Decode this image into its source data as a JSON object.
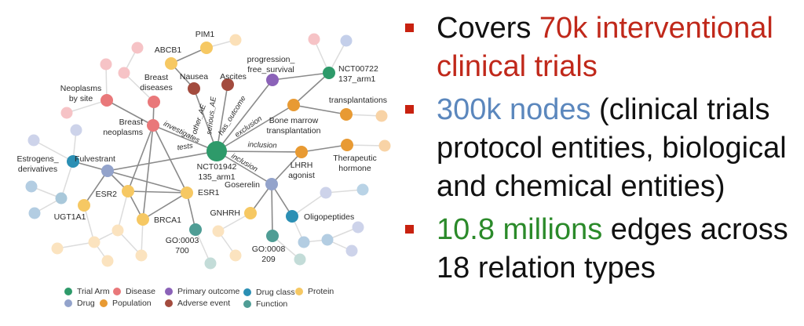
{
  "legend": [
    {
      "label": "Trial Arm",
      "type": "trial_arm"
    },
    {
      "label": "Disease",
      "type": "disease"
    },
    {
      "label": "Primary outcome",
      "type": "primary_outcome"
    },
    {
      "label": "Drug class",
      "type": "drug_class"
    },
    {
      "label": "Protein",
      "type": "protein"
    },
    {
      "label": "Drug",
      "type": "drug"
    },
    {
      "label": "Population",
      "type": "population"
    },
    {
      "label": "Adverse event",
      "type": "adverse_event"
    },
    {
      "label": "Function",
      "type": "function"
    }
  ],
  "colors": {
    "trial_arm": "#2e9a6a",
    "disease": "#e9787a",
    "primary_outcome": "#8b62b8",
    "drug_class": "#2b8fb4",
    "protein": "#f6c863",
    "drug": "#93a3cb",
    "population": "#e89a33",
    "adverse_event": "#a34b3e",
    "function": "#4f9d95",
    "edge": "#8a8a8a",
    "edge_faint": "#dcdcdc",
    "bullet": "#c8210f",
    "highlight_red": "#c0281a",
    "highlight_blue": "#5b87bd",
    "highlight_green": "#2b8a2a"
  },
  "graph": {
    "nodes": [
      {
        "id": "nct01942",
        "label": "NCT01942\n135_arm1",
        "type": "trial_arm",
        "big": true
      },
      {
        "id": "nct00722",
        "label": "NCT00722\n137_arm1",
        "type": "trial_arm"
      },
      {
        "id": "breast_neoplasms",
        "label": "Breast\nneoplasms",
        "type": "disease"
      },
      {
        "id": "breast_diseases",
        "label": "Breast\ndiseases",
        "type": "disease"
      },
      {
        "id": "neoplasms_by_site",
        "label": "Neoplasms\nby site",
        "type": "disease"
      },
      {
        "id": "nausea",
        "label": "Nausea",
        "type": "adverse_event"
      },
      {
        "id": "ascites",
        "label": "Ascites",
        "type": "adverse_event"
      },
      {
        "id": "pfs",
        "label": "progression_\nfree_survival",
        "type": "primary_outcome"
      },
      {
        "id": "bone_marrow",
        "label": "Bone marrow\ntransplantation",
        "type": "population"
      },
      {
        "id": "transplantations",
        "label": "transplantations",
        "type": "population"
      },
      {
        "id": "lhrh",
        "label": "LHRH\nagonist",
        "type": "population"
      },
      {
        "id": "therapeutic_hormone",
        "label": "Therapeutic\nhormone",
        "type": "population"
      },
      {
        "id": "fulvestrant",
        "label": "Fulvestrant",
        "type": "drug"
      },
      {
        "id": "goserelin",
        "label": "Goserelin",
        "type": "drug"
      },
      {
        "id": "estrogens",
        "label": "Estrogens_\nderivatives",
        "type": "drug_class"
      },
      {
        "id": "oligopeptides",
        "label": "Oligopeptides",
        "type": "drug_class"
      },
      {
        "id": "abcb1",
        "label": "ABCB1",
        "type": "protein"
      },
      {
        "id": "pim1",
        "label": "PIM1",
        "type": "protein"
      },
      {
        "id": "esr1",
        "label": "ESR1",
        "type": "protein"
      },
      {
        "id": "esr2",
        "label": "ESR2",
        "type": "protein"
      },
      {
        "id": "brca1",
        "label": "BRCA1",
        "type": "protein"
      },
      {
        "id": "ugt1a1",
        "label": "UGT1A1",
        "type": "protein"
      },
      {
        "id": "gnhrh",
        "label": "GNHRH",
        "type": "protein"
      },
      {
        "id": "go0003700",
        "label": "GO:0003\n700",
        "type": "function"
      },
      {
        "id": "go0008209",
        "label": "GO:0008\n209",
        "type": "function"
      }
    ],
    "edges": [
      {
        "from": "nct01942",
        "to": "breast_neoplasms",
        "label": "investigates"
      },
      {
        "from": "nct01942",
        "to": "fulvestrant",
        "label": "tests"
      },
      {
        "from": "nct01942",
        "to": "nausea",
        "label": "other_AE"
      },
      {
        "from": "nct01942",
        "to": "ascites",
        "label": "serious_AE"
      },
      {
        "from": "nct01942",
        "to": "pfs",
        "label": "has_outcome"
      },
      {
        "from": "nct01942",
        "to": "bone_marrow",
        "label": "exclusion"
      },
      {
        "from": "nct01942",
        "to": "lhrh",
        "label": "inclusion"
      },
      {
        "from": "nct01942",
        "to": "goserelin",
        "label": "inclusion"
      },
      {
        "from": "nct00722",
        "to": "pfs",
        "label": ""
      },
      {
        "from": "nct00722",
        "to": "bone_marrow",
        "label": ""
      },
      {
        "from": "bone_marrow",
        "to": "transplantations",
        "label": ""
      },
      {
        "from": "lhrh",
        "to": "therapeutic_hormone",
        "label": ""
      },
      {
        "from": "lhrh",
        "to": "goserelin",
        "label": ""
      },
      {
        "from": "breast_neoplasms",
        "to": "breast_diseases",
        "label": ""
      },
      {
        "from": "breast_neoplasms",
        "to": "neoplasms_by_site",
        "label": ""
      },
      {
        "from": "breast_neoplasms",
        "to": "esr2",
        "label": ""
      },
      {
        "from": "breast_neoplasms",
        "to": "esr1",
        "label": ""
      },
      {
        "from": "breast_neoplasms",
        "to": "brca1",
        "label": ""
      },
      {
        "from": "abcb1",
        "to": "pim1",
        "label": ""
      },
      {
        "from": "abcb1",
        "to": "nausea",
        "label": ""
      },
      {
        "from": "fulvestrant",
        "to": "estrogens",
        "label": ""
      },
      {
        "from": "fulvestrant",
        "to": "esr2",
        "label": ""
      },
      {
        "from": "fulvestrant",
        "to": "esr1",
        "label": ""
      },
      {
        "from": "fulvestrant",
        "to": "ugt1a1",
        "label": ""
      },
      {
        "from": "esr2",
        "to": "esr1",
        "label": ""
      },
      {
        "from": "esr2",
        "to": "brca1",
        "label": ""
      },
      {
        "from": "brca1",
        "to": "esr1",
        "label": ""
      },
      {
        "from": "esr1",
        "to": "go0003700",
        "label": ""
      },
      {
        "from": "goserelin",
        "to": "gnhrh",
        "label": ""
      },
      {
        "from": "goserelin",
        "to": "go0008209",
        "label": ""
      },
      {
        "from": "goserelin",
        "to": "oligopeptides",
        "label": ""
      }
    ]
  },
  "bullets": [
    {
      "segments": [
        {
          "text": "Covers ",
          "style": "plain"
        },
        {
          "text": "70k interventional clinical trials",
          "style": "red"
        }
      ]
    },
    {
      "segments": [
        {
          "text": "300k nodes",
          "style": "blue"
        },
        {
          "text": " (clinical trials protocol entities, biological and chemical entities)",
          "style": "plain"
        }
      ]
    },
    {
      "segments": [
        {
          "text": "10.8 millions",
          "style": "green"
        },
        {
          "text": " edges across 18 relation types",
          "style": "plain"
        }
      ]
    }
  ]
}
